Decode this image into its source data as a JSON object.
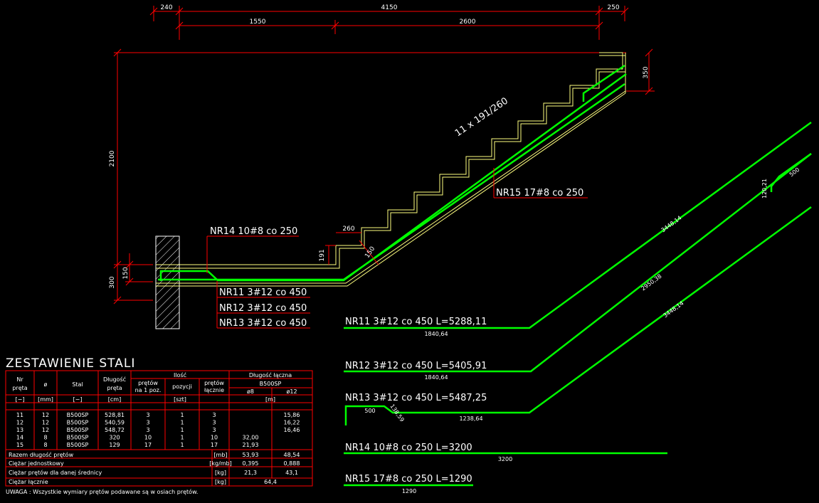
{
  "colors": {
    "background": "#000000",
    "dimension": "#ff0000",
    "rebar": "#00ff00",
    "stair_outline": "#ffff80",
    "text": "#ffffff",
    "concrete_hatch": "#ffffff"
  },
  "top_dimensions": {
    "d240": "240",
    "d4150": "4150",
    "d250": "250",
    "d1550": "1550",
    "d2600": "2600"
  },
  "side_dimensions": {
    "d2100": "2100",
    "d300": "300",
    "d150": "150",
    "d350": "350",
    "d191": "191",
    "d260": "260",
    "d150b": "150"
  },
  "stair_label": "11 x 191/260",
  "callouts": {
    "nr14": "NR14 10#8 co 250",
    "nr15": "NR15 17#8 co 250",
    "nr11": "NR11 3#12 co 450",
    "nr12": "NR12 3#12 co 450",
    "nr13": "NR13 3#12 co 450"
  },
  "bar_details": {
    "nr11": {
      "label": "NR11 3#12 co 450 L=5288,11",
      "seg1": "1840,64",
      "seg2": "3448,14"
    },
    "nr12": {
      "label": "NR12 3#12 co 450 L=5405,91",
      "seg1": "1840,64",
      "seg2": "2950,38",
      "seg3": "120,21",
      "seg4": "500"
    },
    "nr13": {
      "label": "NR13 3#12 co 450 L=5487,25",
      "seg1": "500",
      "seg2": "138,59",
      "seg3": "1238,64",
      "seg4": "3448,14"
    },
    "nr14": {
      "label": "NR14 10#8 co 250 L=3200",
      "seg1": "3200"
    },
    "nr15": {
      "label": "NR15 17#8 co 250 L=1290",
      "seg1": "1290"
    }
  },
  "schedule": {
    "title": "ZESTAWIENIE STALI",
    "headers": {
      "nr": "Nr",
      "nr2": "pręta",
      "fi": "ø",
      "stal": "Stal",
      "dl": "Długość",
      "dl2": "pręta",
      "ilosc": "Ilość",
      "pretow1": "prętów",
      "pretow1b": "na 1 poz.",
      "pozycji": "pozycji",
      "pretow2": "prętów",
      "pretow2b": "łącznie",
      "dlugosc_laczna": "Długość łączna",
      "b500": "B500SP",
      "fi8": "ø8",
      "fi12": "ø12"
    },
    "units": [
      "[−]",
      "[mm]",
      "[−]",
      "[cm]",
      "[szt]",
      "[m]"
    ],
    "rows": [
      [
        "11",
        "12",
        "B500SP",
        "528,81",
        "3",
        "1",
        "3",
        "",
        "15,86"
      ],
      [
        "12",
        "12",
        "B500SP",
        "540,59",
        "3",
        "1",
        "3",
        "",
        "16,22"
      ],
      [
        "13",
        "12",
        "B500SP",
        "548,72",
        "3",
        "1",
        "3",
        "",
        "16,46"
      ],
      [
        "14",
        "8",
        "B500SP",
        "320",
        "10",
        "1",
        "10",
        "32,00",
        ""
      ],
      [
        "15",
        "8",
        "B500SP",
        "129",
        "17",
        "1",
        "17",
        "21,93",
        ""
      ]
    ],
    "summary": [
      {
        "label": "Razem długość prętów",
        "unit": "[mb]",
        "v8": "53,93",
        "v12": "48,54"
      },
      {
        "label": "Ciężar jednostkowy",
        "unit": "[kg/mb]",
        "v8": "0,395",
        "v12": "0,888"
      },
      {
        "label": "Ciężar prętów dla danej średnicy",
        "unit": "[kg]",
        "v8": "21,3",
        "v12": "43,1"
      },
      {
        "label": "Ciężar łącznie",
        "unit": "[kg]",
        "total": "64,4"
      }
    ],
    "note": "UWAGA : Wszystkie wymiary prętów podawane są w osiach prętów."
  }
}
